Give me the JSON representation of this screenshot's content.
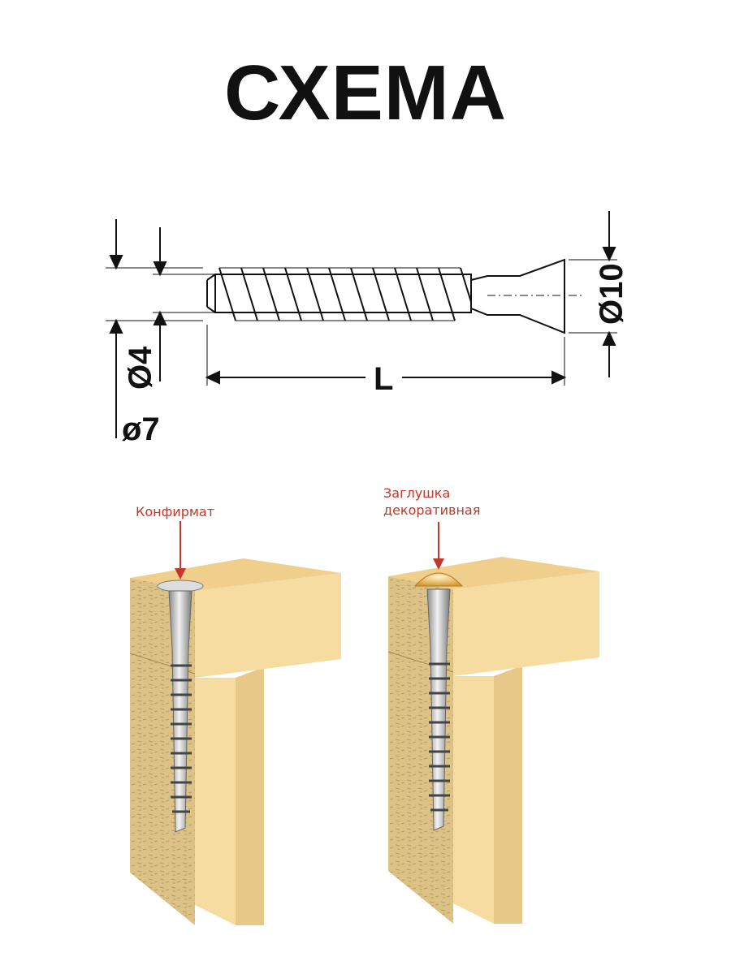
{
  "title": "СХЕМА",
  "drawing": {
    "head_diameter": "Ø10",
    "core_diameter": "Ø4",
    "thread_diameter": "ø7",
    "length": "L"
  },
  "illustrations": [
    {
      "label": "Конфирмат"
    },
    {
      "label_line1": "Заглушка",
      "label_line2": "декоративная"
    }
  ],
  "colors": {
    "label": "#c0392b",
    "wood_top": "#f0cf8c",
    "wood_side": "#f6dca0",
    "chipboard": "#d9bd80",
    "cap": "#e0a94a"
  }
}
